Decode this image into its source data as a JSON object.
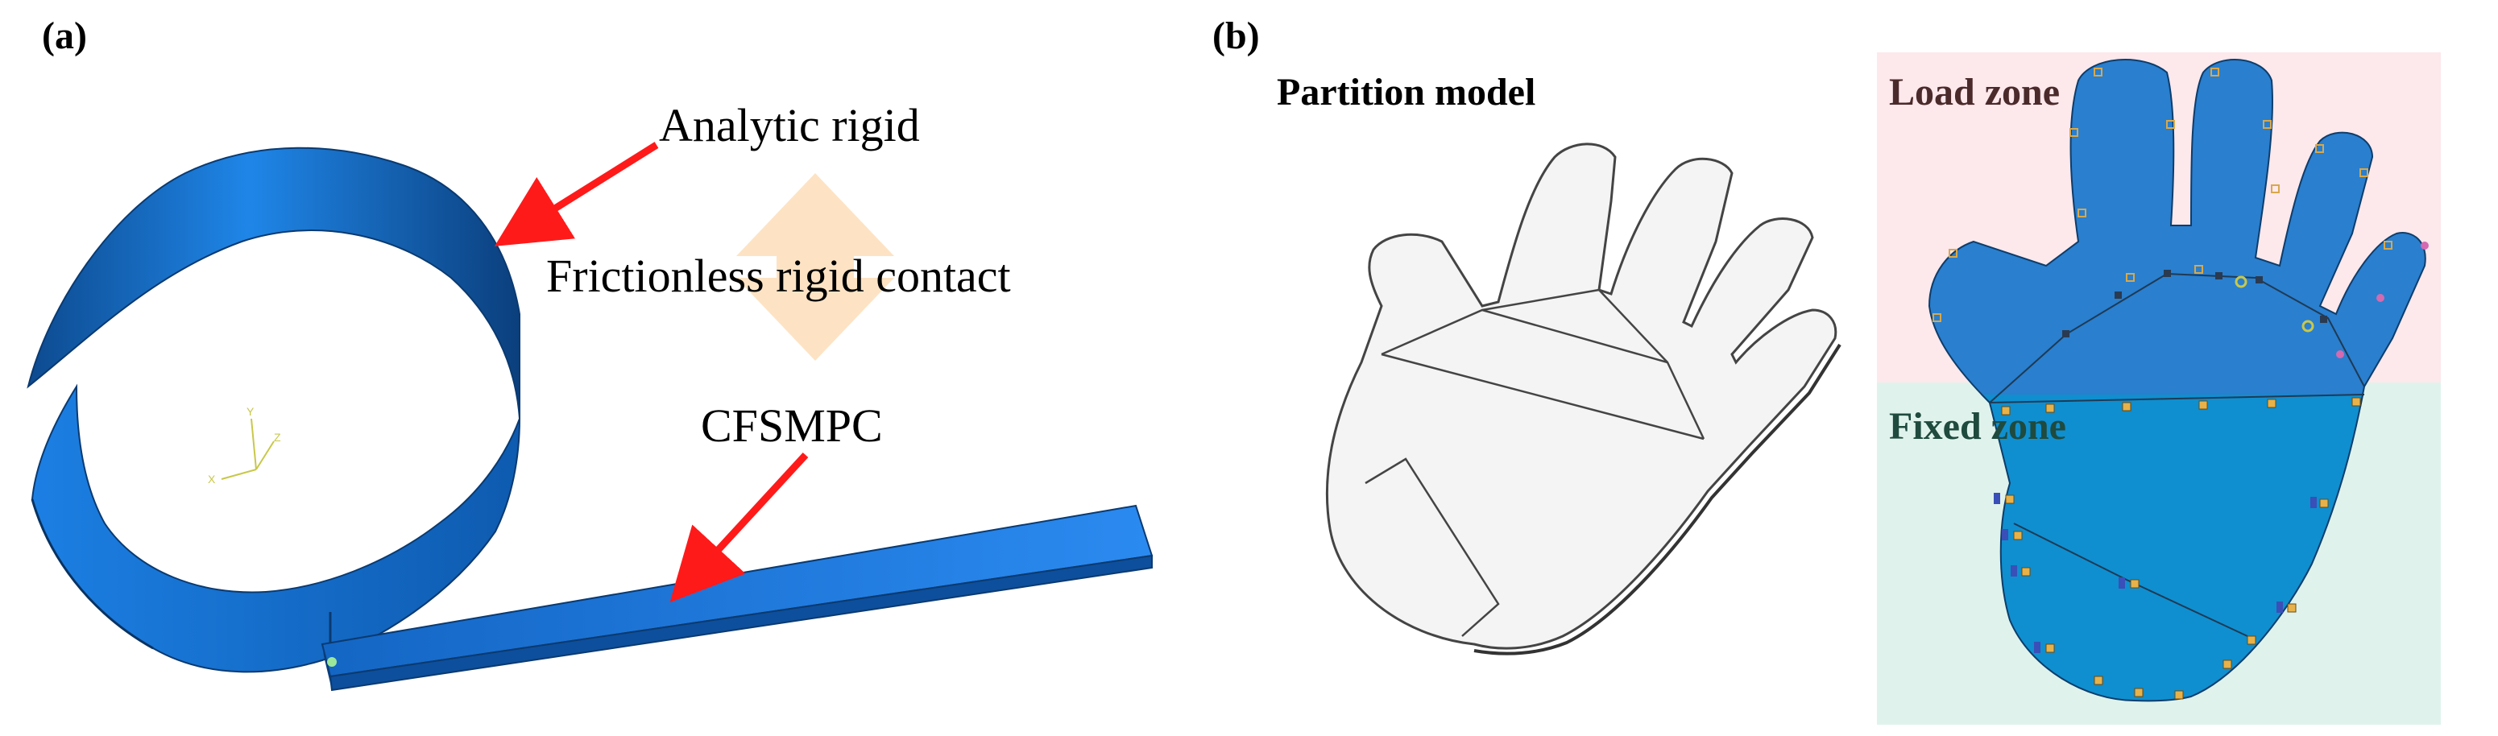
{
  "panel_a": {
    "label": "(a)",
    "annotation_rigid": "Analytic rigid",
    "annotation_contact": "Frictionless rigid contact",
    "annotation_cfsmpc": "CFSMPC",
    "triad": {
      "x": "X",
      "y": "Y",
      "z": "Z"
    }
  },
  "panel_b": {
    "label": "(b)",
    "partition_title": "Partition model",
    "load_zone": "Load zone",
    "fixed_zone": "Fixed zone"
  },
  "colors": {
    "rigid_blue": "#1a7fe0",
    "rigid_dark": "#0f4f9a",
    "strip_blue": "#1e76d6",
    "arrow_red": "#ff1a1a",
    "contact_arrow": "#fde3c4",
    "load_zone_bg": "#fde8ec",
    "fixed_zone_bg": "#dff3ec",
    "hand_load": "#2a7fce",
    "hand_fixed": "#0f8fcf",
    "partition_fill": "#f4f4f4",
    "load_text": "#4a2a2a",
    "fixed_text": "#1f4a3e"
  }
}
